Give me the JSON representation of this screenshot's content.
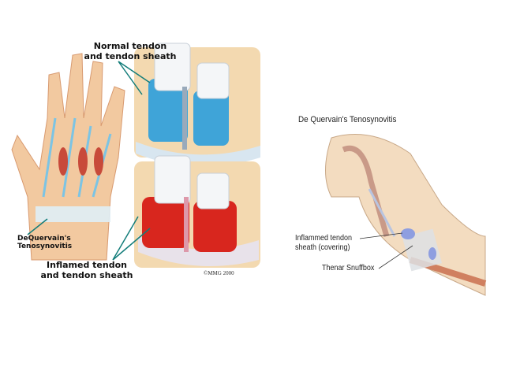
{
  "left_illustration": {
    "label_normal": [
      "Normal tendon",
      "and tendon sheath"
    ],
    "label_condition": [
      "DeQuervain's",
      "Tenosynovitis"
    ],
    "label_inflamed": [
      "Inflamed tendon",
      "and tendon sheath"
    ],
    "copyright": "©MMG 2000",
    "colors": {
      "normal_sheath": "#3fa4d8",
      "inflamed_sheath": "#d8261e",
      "skin": "#f2c9a0"
    }
  },
  "right_illustration": {
    "title": "De Quervain's Tenosynovitis",
    "label_sheath": [
      "Inflammed tendon",
      "sheath (covering)"
    ],
    "label_snuffbox": "Thenar Snuffbox",
    "colors": {
      "skin": "#f3dcc0",
      "sheath": "#8e9ee0"
    }
  }
}
